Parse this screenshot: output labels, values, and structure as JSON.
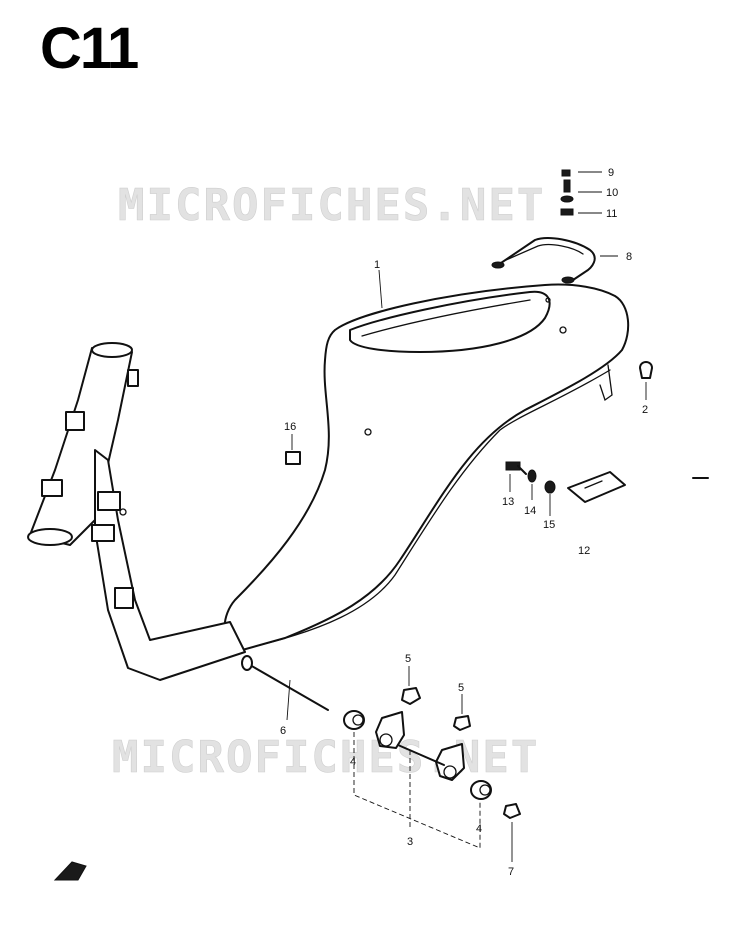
{
  "page": {
    "title": "C11",
    "watermark_top": "MICROFICHES.NET",
    "watermark_bottom": "MICROFICHES.NET"
  },
  "callouts": [
    {
      "id": "1",
      "label": "1"
    },
    {
      "id": "2",
      "label": "2"
    },
    {
      "id": "3",
      "label": "3"
    },
    {
      "id": "4a",
      "label": "4"
    },
    {
      "id": "4b",
      "label": "4"
    },
    {
      "id": "5a",
      "label": "5"
    },
    {
      "id": "5b",
      "label": "5"
    },
    {
      "id": "6",
      "label": "6"
    },
    {
      "id": "7",
      "label": "7"
    },
    {
      "id": "8",
      "label": "8"
    },
    {
      "id": "9",
      "label": "9"
    },
    {
      "id": "10",
      "label": "10"
    },
    {
      "id": "11",
      "label": "11"
    },
    {
      "id": "12",
      "label": "12"
    },
    {
      "id": "13",
      "label": "13"
    },
    {
      "id": "14",
      "label": "14"
    },
    {
      "id": "15",
      "label": "15"
    },
    {
      "id": "16",
      "label": "16"
    }
  ]
}
